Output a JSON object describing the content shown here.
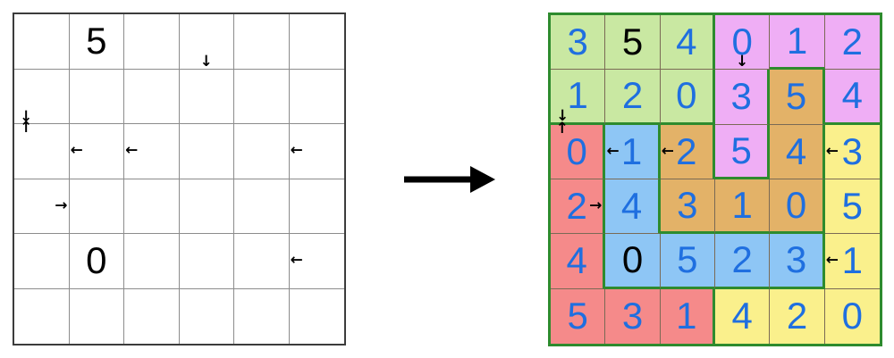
{
  "puzzle": {
    "label": "puzzle-grid",
    "rows": 6,
    "cols": 6,
    "givens": [
      {
        "r": 1,
        "c": 2,
        "value": "5"
      },
      {
        "r": 5,
        "c": 2,
        "value": "0"
      }
    ],
    "arrows": [
      {
        "r": 1,
        "c": 4,
        "dir": "down",
        "glyph": "↓"
      },
      {
        "r": 2,
        "c": 1,
        "dir": "down",
        "glyph": "↓"
      },
      {
        "r": 3,
        "c": 1,
        "dir": "up",
        "glyph": "↑"
      },
      {
        "r": 3,
        "c": 2,
        "dir": "left",
        "glyph": "←"
      },
      {
        "r": 3,
        "c": 3,
        "dir": "left",
        "glyph": "←"
      },
      {
        "r": 3,
        "c": 6,
        "dir": "left",
        "glyph": "←"
      },
      {
        "r": 4,
        "c": 1,
        "dir": "right",
        "glyph": "→"
      },
      {
        "r": 5,
        "c": 6,
        "dir": "left",
        "glyph": "←"
      }
    ]
  },
  "transform": {
    "glyph": "→",
    "meaning": "solves-to"
  },
  "solution": {
    "label": "solution-grid",
    "rows": 6,
    "cols": 6,
    "values": [
      [
        "3",
        "5",
        "4",
        "0",
        "1",
        "2"
      ],
      [
        "1",
        "2",
        "0",
        "3",
        "5",
        "4"
      ],
      [
        "0",
        "1",
        "2",
        "5",
        "4",
        "3"
      ],
      [
        "2",
        "4",
        "3",
        "1",
        "0",
        "5"
      ],
      [
        "4",
        "0",
        "5",
        "2",
        "3",
        "1"
      ],
      [
        "5",
        "3",
        "1",
        "4",
        "2",
        "0"
      ]
    ],
    "given_mask": [
      [
        false,
        true,
        false,
        false,
        false,
        false
      ],
      [
        false,
        false,
        false,
        false,
        false,
        false
      ],
      [
        false,
        false,
        false,
        false,
        false,
        false
      ],
      [
        false,
        false,
        false,
        false,
        false,
        false
      ],
      [
        false,
        true,
        false,
        false,
        false,
        false
      ],
      [
        false,
        false,
        false,
        false,
        false,
        false
      ]
    ],
    "region_ids": [
      [
        "green",
        "green",
        "green",
        "pink",
        "pink",
        "pink"
      ],
      [
        "green",
        "green",
        "green",
        "pink",
        "orange",
        "pink"
      ],
      [
        "red",
        "blue",
        "orange",
        "pink",
        "orange",
        "yellow"
      ],
      [
        "red",
        "blue",
        "orange",
        "orange",
        "orange",
        "yellow"
      ],
      [
        "red",
        "blue",
        "blue",
        "blue",
        "blue",
        "yellow"
      ],
      [
        "red",
        "red",
        "red",
        "yellow",
        "yellow",
        "yellow"
      ]
    ],
    "arrows": [
      {
        "r": 1,
        "c": 4,
        "dir": "down",
        "glyph": "↓"
      },
      {
        "r": 2,
        "c": 1,
        "dir": "down",
        "glyph": "↓"
      },
      {
        "r": 3,
        "c": 1,
        "dir": "up",
        "glyph": "↑"
      },
      {
        "r": 3,
        "c": 2,
        "dir": "left",
        "glyph": "←"
      },
      {
        "r": 3,
        "c": 3,
        "dir": "left",
        "glyph": "←"
      },
      {
        "r": 3,
        "c": 6,
        "dir": "left",
        "glyph": "←"
      },
      {
        "r": 4,
        "c": 1,
        "dir": "right",
        "glyph": "→"
      },
      {
        "r": 5,
        "c": 6,
        "dir": "left",
        "glyph": "←"
      }
    ]
  },
  "colors": {
    "green": "#c9e8a2",
    "pink": "#efaef5",
    "orange": "#e3b268",
    "red": "#f58a8a",
    "blue": "#8ec6f5",
    "yellow": "#faf08c",
    "region_border": "#2e8b2e",
    "cell_border_solution": "#7a6a55",
    "cell_border_puzzle": "#8c8c8c",
    "outer_border_puzzle": "#3c3c3c",
    "digit_solved": "#1f6fe0",
    "digit_given": "#000000",
    "background": "#ffffff"
  }
}
